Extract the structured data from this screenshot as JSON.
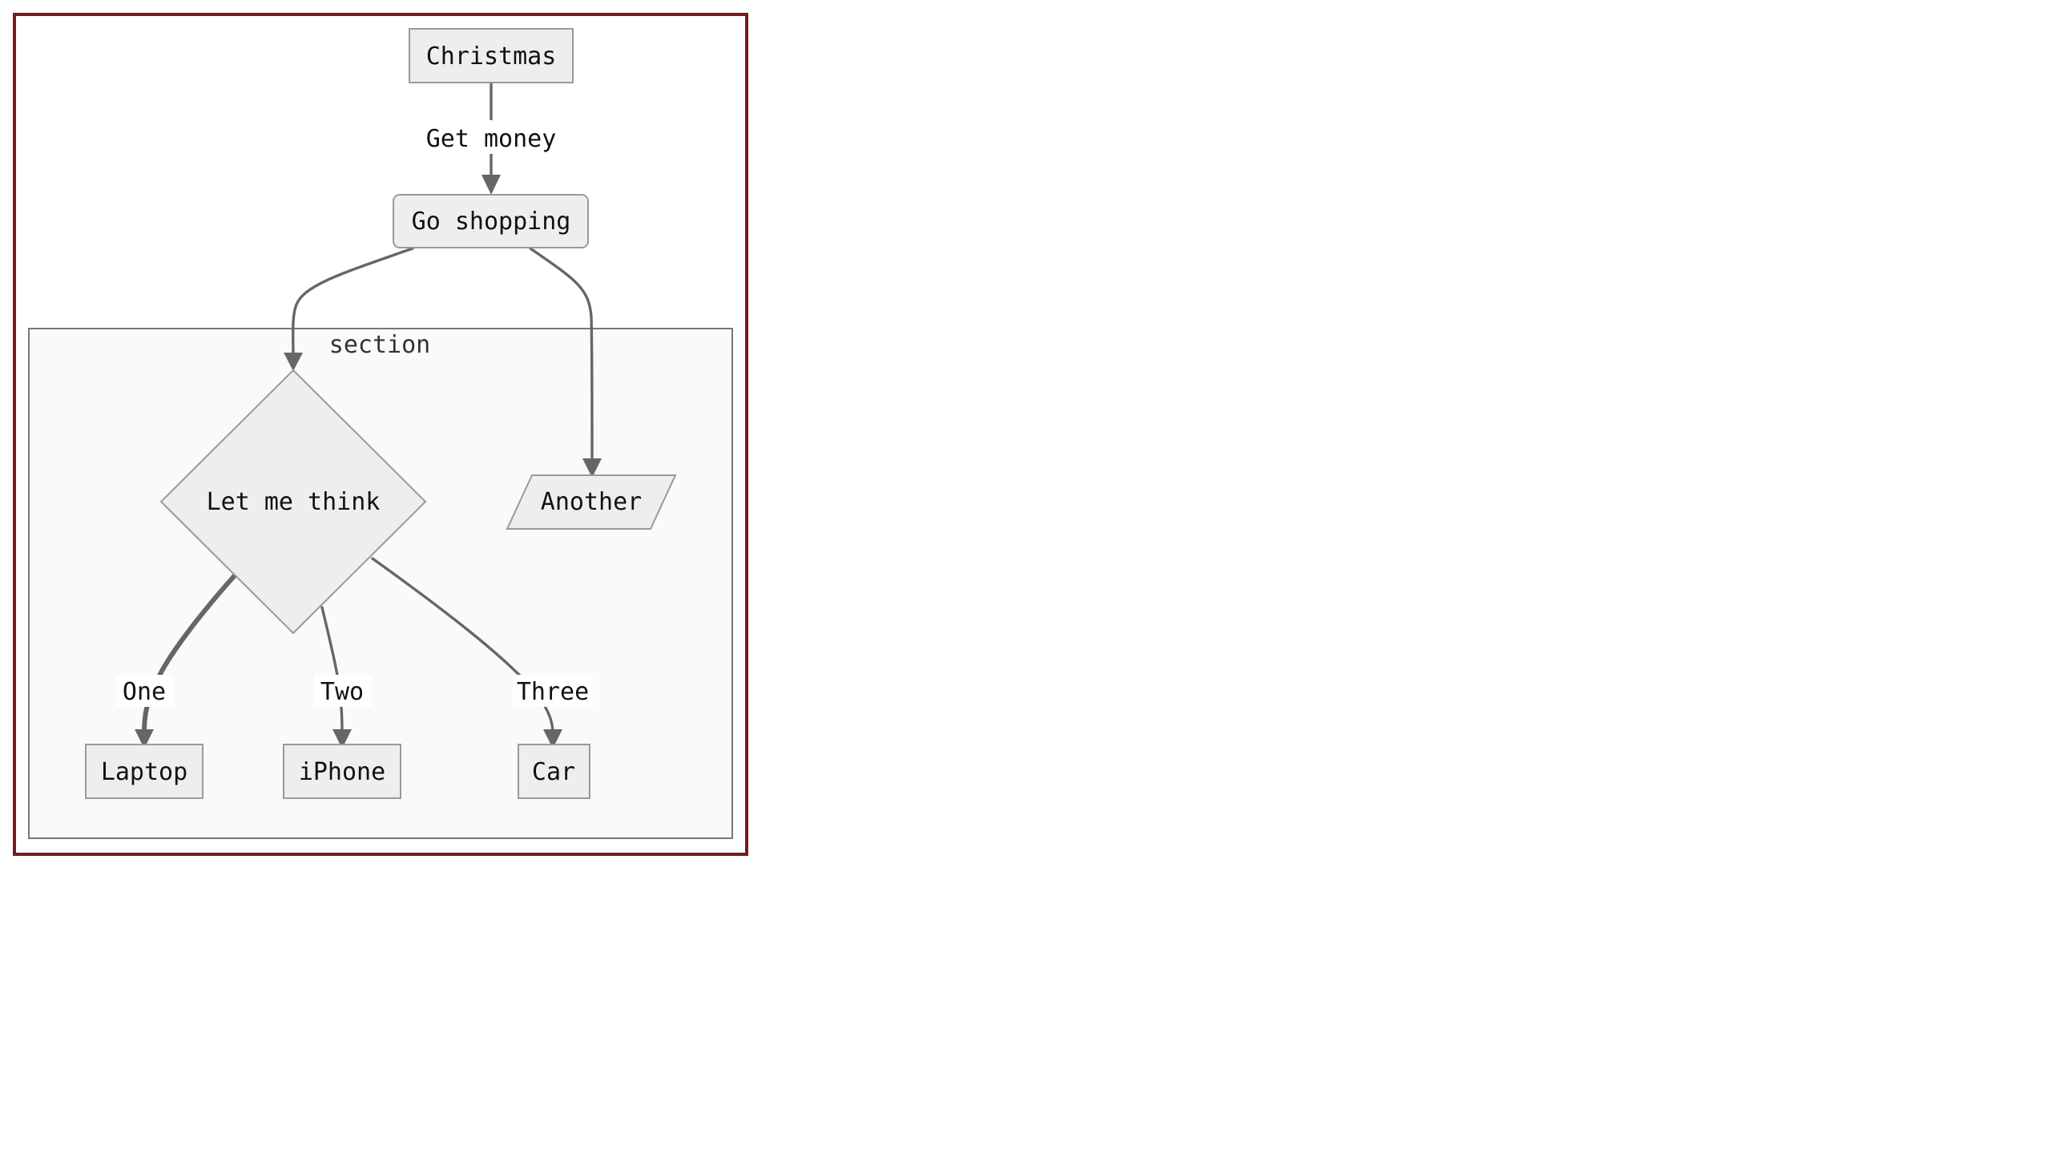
{
  "diagram": {
    "nodes": {
      "christmas": "Christmas",
      "go_shopping": "Go shopping",
      "let_me_think": "Let me think",
      "another": "Another",
      "laptop": "Laptop",
      "iphone": "iPhone",
      "car": "Car"
    },
    "edges": {
      "get_money": "Get money",
      "one": "One",
      "two": "Two",
      "three": "Three"
    },
    "cluster": {
      "title": "section"
    },
    "colors": {
      "node_fill": "#eeeeee",
      "node_stroke": "#999999",
      "edge": "#666666",
      "frame": "#7a1a1a"
    }
  }
}
